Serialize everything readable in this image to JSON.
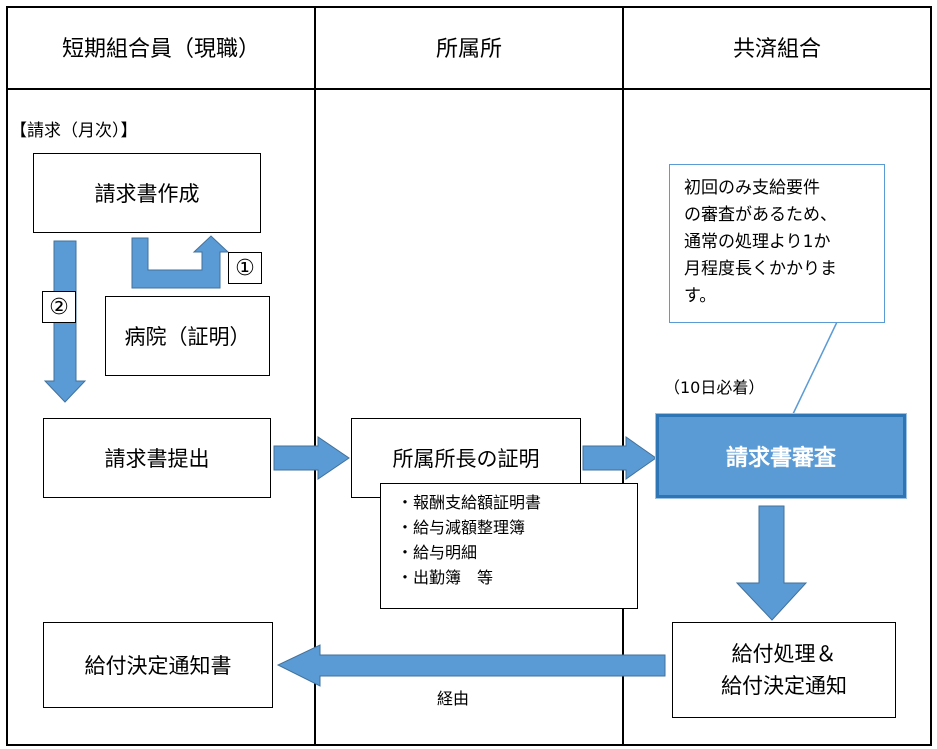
{
  "headers": {
    "col1": "短期組合員（現職）",
    "col2": "所属所",
    "col3": "共済組合"
  },
  "section_label": "【請求（月次）】",
  "boxes": {
    "create": "請求書作成",
    "hospital": "病院（証明）",
    "submit": "請求書提出",
    "affiliate_cert": "所属所長の証明",
    "review": "請求書審査",
    "payment_line1": "給付処理＆",
    "payment_line2": "給付決定通知",
    "notice": "給付決定通知書"
  },
  "steps": {
    "one": "①",
    "two": "②"
  },
  "documents": [
    "・報酬支給額証明書",
    "・給与減額整理簿",
    "・給与明細",
    "・出勤簿　等"
  ],
  "note": {
    "line1": "初回のみ支給要件",
    "line2": "の審査があるため、",
    "line3": "通常の処理より1か",
    "line4": "月程度長くかかりま",
    "line5": "す。"
  },
  "deadline": "（10日必着）",
  "via": "経由",
  "colors": {
    "arrow_fill": "#5b9bd5",
    "arrow_stroke": "#41719c",
    "review_fill": "#5b9bd5",
    "review_border": "#2e75b6",
    "note_border": "#5b9bd5"
  }
}
